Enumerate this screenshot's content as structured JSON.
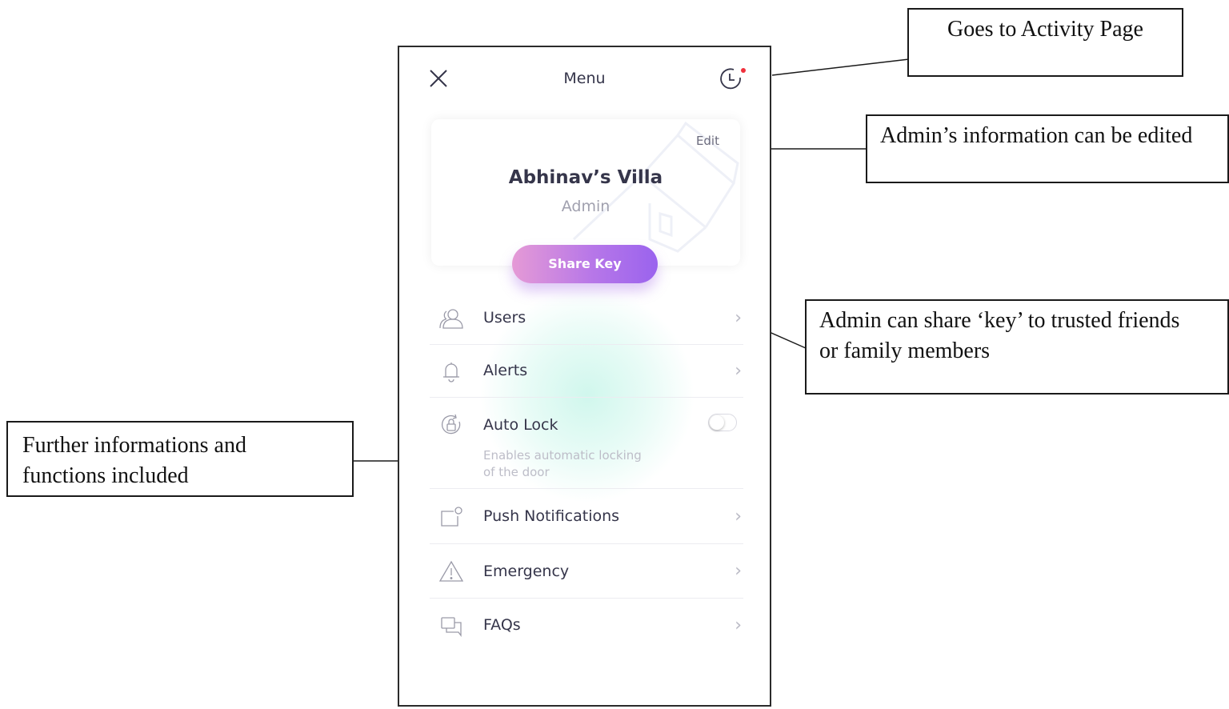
{
  "menu": {
    "title": "Menu",
    "close_icon": "close-icon",
    "activity_icon": "activity-clock-icon",
    "activity_badge_color": "#f0303c"
  },
  "profile": {
    "edit_label": "Edit",
    "name": "Abhinav’s Villa",
    "role": "Admin",
    "share_key_label": "Share Key"
  },
  "items": [
    {
      "label": "Users",
      "icon": "users-icon"
    },
    {
      "label": "Alerts",
      "icon": "bell-icon"
    },
    {
      "label": "Auto Lock",
      "icon": "auto-lock-icon",
      "description_line1": "Enables automatic locking",
      "description_line2": "of the door",
      "toggle_on": false
    },
    {
      "label": "Push Notifications",
      "icon": "push-notification-icon"
    },
    {
      "label": "Emergency",
      "icon": "warning-icon"
    },
    {
      "label": "FAQs",
      "icon": "faq-chat-icon"
    }
  ],
  "annotations": {
    "activity": "Goes to Activity Page",
    "edit": "Admin’s information can be edited",
    "share_line1": "Admin can share ‘key’ to trusted friends",
    "share_line2": "or family members",
    "further_line1": "Further informations and",
    "further_line2": "functions included"
  },
  "colors": {
    "share_key_gradient_start": "#e59ad6",
    "share_key_gradient_end": "#9a63ee",
    "text_primary": "#35354a",
    "text_muted": "#a0a0ae"
  }
}
